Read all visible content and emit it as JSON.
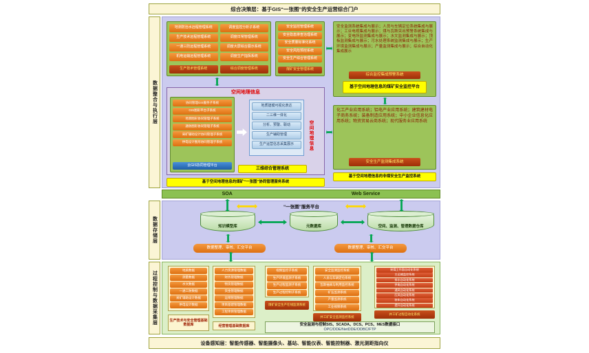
{
  "colors": {
    "layer_bar_bg": "#FBF5D5",
    "upper_bg": "#CBCBEF",
    "process_bg": "#DCEFC8",
    "green_box": "#9DC45A",
    "orange_item": "#E8821E",
    "dark_red_item": "#BC3D0C",
    "yellow_item": "#FFFF00",
    "blue_item": "#2E75B6",
    "cyan_item": "#BDD7EE",
    "arrow_green": "#00A650"
  },
  "top_bar": {
    "label": "综合决策层：基于GIS“一张图”的安全生产运营综合门户"
  },
  "layer_labels": {
    "integration": "数据整合与执行层",
    "storage": "数据存储层",
    "process": "过程控制与数据采集层"
  },
  "integration": {
    "dispatch": {
      "col1_items": [
        "地测防治水远程管理系统",
        "生产技术远程管理系统",
        "一通三防远程管理系统",
        "机电运输远程管理系统"
      ],
      "col1_footer": "生产技术管理系统",
      "col2_items": [
        "调度监控分析子系统",
        "调度日常管理系统",
        "调度大屏综合展示系统",
        "调度生产指挥系统"
      ],
      "col2_footer": "综合调度管理系统"
    },
    "safety": {
      "items": [
        "安全监控管理系统",
        "安全隐患排查治理系统",
        "安全质量标准化系统",
        "安全风险预控系统",
        "安全生产综合管理系统"
      ],
      "footer": "煤矿安全管理系统"
    },
    "monitor": {
      "text": "安全监测系统集成与展示；人员与车辆定位系统集成与展示；工业电视集成与展示；煤与瓦斯突出预警系统集成与展示；变电所监测集成与展示；水文监测集成与展示；顶板监测集成与展示；污水处理系统监测集成与展示；生产环境监测集成与展示；产量监测集成与展示；综合自动化集成展示",
      "button": "综合监控集成预警系统",
      "footer": "基于空间地理信息的煤矿安全监控平台"
    },
    "gis": {
      "title": "空间地理信息",
      "left_items": [
        "协同管理GIS服务子系统",
        "GIS图形平台子系统",
        "地测图形协同管理子系统",
        "通防图形协同管理子系统",
        "采矿辅助设计协同管理子系统",
        "供电设计图形协同管理子系统"
      ],
      "left_footer": "云GIS协同管理平台",
      "right_items": [
        "地质建模可视化表达",
        "二三维一体化",
        "分析、预警、联动",
        "生产辅助管理",
        "生产运营信息采集展示"
      ],
      "side_label": "空间地理信息",
      "footer": "三维综合管理系统"
    },
    "industry": {
      "text": "化工产业应用系统；铝电产业应用系统；建筑建材电子商务系统；装备制造应用系统；中小企业信息化应用系统；物资贸易云商系统；现代服务业应用系统",
      "button": "安全生产监测集成系统"
    },
    "left_bar": "基于空间地理信息的煤矿“一张图”协同管理服务系统",
    "right_bar": "基于空间地理信息的非煤安全生产监控系统"
  },
  "soa": {
    "left": "SOA",
    "right": "Web Service"
  },
  "storage": {
    "platform_label": "“一张图”服务平台",
    "cylinders": [
      "知识模型库",
      "元数据库",
      "空间、监测、管理数据仓库"
    ],
    "left_platform": "数据整理、审核、汇交平台",
    "right_platform": "数据整理、审核、汇交平台"
  },
  "process": {
    "geo": {
      "items": [
        "地质数据",
        "测量数据",
        "水文数据",
        "一通三防数据",
        "采矿辅助设计数据",
        "供电设计数据"
      ],
      "footer": "生产技术与安全管理基础数据库"
    },
    "mgmt": {
      "items": [
        "人力资源管理数据",
        "财务管理数据",
        "物资管理数据",
        "资金管理数据",
        "运销管理数据",
        "项目基建管理数据",
        "工程项目管理数据"
      ],
      "footer": "经营管理基础数据库"
    },
    "production": {
      "items": [
        "视频监控子系统",
        "生产环境监测子系统",
        "生产过程监测子系统",
        "生产过程控制子系统"
      ],
      "footer": "煤矿安全生产在线监测系统"
    },
    "monitoring": {
      "items": [
        "安全监测监控系统",
        "人员与车辆定位系统",
        "瓦斯抽采与利用监控系统",
        "矿压监测系统",
        "产量监测系统",
        "工业视频系统"
      ],
      "footer": "井工矿安全监测监控系统"
    },
    "automation": {
      "items": [
        "采煤工作面自动化系统",
        "主运输监控系统",
        "排水自动化系统",
        "供电自动化系统",
        "通风自动化系统",
        "压风自动化系统",
        "装车自动化系统",
        "提升自动化系统"
      ],
      "footer": "井工矿过程自动化系统"
    },
    "interface": {
      "line1": "安全监测与控制SIS、SCADA、DCS、PCS、MES数据接口",
      "line2": "OPC/DDE/NetDDE/ODBC/FTP"
    }
  },
  "bottom_bar": {
    "label": "设备感知层：智能传感器、智能摄像头、基站、智能仪表、智能控制器、激光测距指向仪"
  }
}
